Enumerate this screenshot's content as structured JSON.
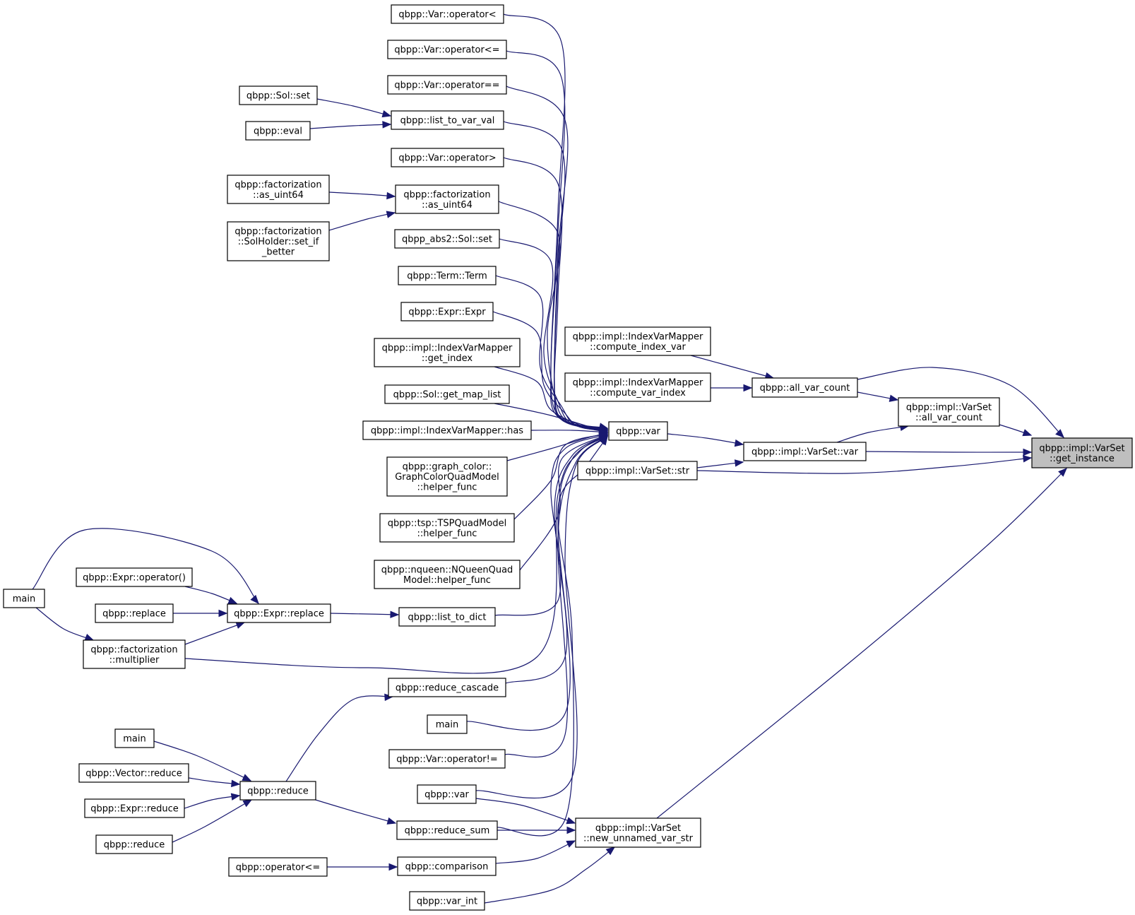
{
  "graph": {
    "type": "call-graph",
    "root": "qbpp::impl::VarSet\n::get_instance",
    "colors": {
      "edge": "#191970",
      "root_fill": "#bfbfbf",
      "node_fill": "#ffffff",
      "node_border": "#000000"
    },
    "nodes": {
      "gi": "qbpp::impl::VarSet\n::get_instance",
      "avc2": "qbpp::impl::VarSet\n::all_var_count",
      "avc": "qbpp::all_var_count",
      "vsvar": "qbpp::impl::VarSet::var",
      "vsstr": "qbpp::impl::VarSet::str",
      "nuvs": "qbpp::impl::VarSet\n::new_unnamed_var_str",
      "civ": "qbpp::impl::IndexVarMapper\n::compute_index_var",
      "cvi": "qbpp::impl::IndexVarMapper\n::compute_var_index",
      "var": "qbpp::var",
      "oplt": "qbpp::Var::operator<",
      "ople": "qbpp::Var::operator<=",
      "opeq": "qbpp::Var::operator==",
      "l2vv": "qbpp::list_to_var_val",
      "solset": "qbpp::Sol::set",
      "eval": "qbpp::eval",
      "opgt": "qbpp::Var::operator>",
      "fauint": "qbpp::factorization\n::as_uint64",
      "fauint2": "qbpp::factorization\n::as_uint64",
      "shsb": "qbpp::factorization\n::SolHolder::set_if\n_better",
      "abs2": "qbpp_abs2::Sol::set",
      "term": "qbpp::Term::Term",
      "expr": "qbpp::Expr::Expr",
      "getidx": "qbpp::impl::IndexVarMapper\n::get_index",
      "gml": "qbpp::Sol::get_map_list",
      "has": "qbpp::impl::IndexVarMapper::has",
      "gchf": "qbpp::graph_color::\nGraphColorQuadModel\n::helper_func",
      "tsphf": "qbpp::tsp::TSPQuadModel\n::helper_func",
      "nqhf": "qbpp::nqueen::NQueenQuad\nModel::helper_func",
      "l2d": "qbpp::list_to_dict",
      "exrep": "qbpp::Expr::replace",
      "exop": "qbpp::Expr::operator()",
      "rep": "qbpp::replace",
      "main1": "main",
      "fmul": "qbpp::factorization\n::multiplier",
      "redc": "qbpp::reduce_cascade",
      "main2": "main",
      "opne": "qbpp::Var::operator!=",
      "var2": "qbpp::var",
      "redsum": "qbpp::reduce_sum",
      "red": "qbpp::reduce",
      "main3": "main",
      "vecred": "qbpp::Vector::reduce",
      "exred": "qbpp::Expr::reduce",
      "red2": "qbpp::reduce",
      "cmp": "qbpp::comparison",
      "ople2": "qbpp::operator<=",
      "varint": "qbpp::var_int"
    },
    "edges": [
      [
        "avc",
        "gi"
      ],
      [
        "avc2",
        "gi"
      ],
      [
        "vsvar",
        "gi"
      ],
      [
        "vsstr",
        "gi"
      ],
      [
        "nuvs",
        "gi"
      ],
      [
        "vsvar",
        "avc2"
      ],
      [
        "avc",
        "avc2"
      ],
      [
        "civ",
        "avc"
      ],
      [
        "cvi",
        "avc"
      ],
      [
        "var",
        "vsvar"
      ],
      [
        "vsstr",
        "vsvar"
      ],
      [
        "oplt",
        "var"
      ],
      [
        "ople",
        "var"
      ],
      [
        "opeq",
        "var"
      ],
      [
        "l2vv",
        "var"
      ],
      [
        "opgt",
        "var"
      ],
      [
        "fauint",
        "var"
      ],
      [
        "abs2",
        "var"
      ],
      [
        "term",
        "var"
      ],
      [
        "expr",
        "var"
      ],
      [
        "getidx",
        "var"
      ],
      [
        "gml",
        "var"
      ],
      [
        "has",
        "var"
      ],
      [
        "gchf",
        "var"
      ],
      [
        "tsphf",
        "var"
      ],
      [
        "nqhf",
        "var"
      ],
      [
        "l2d",
        "var"
      ],
      [
        "fmul",
        "var"
      ],
      [
        "redc",
        "var"
      ],
      [
        "main2",
        "var"
      ],
      [
        "opne",
        "var"
      ],
      [
        "var2",
        "var"
      ],
      [
        "redsum",
        "var"
      ],
      [
        "solset",
        "l2vv"
      ],
      [
        "eval",
        "l2vv"
      ],
      [
        "fauint2",
        "fauint"
      ],
      [
        "shsb",
        "fauint"
      ],
      [
        "exrep",
        "l2d"
      ],
      [
        "main1",
        "exrep"
      ],
      [
        "exop",
        "exrep"
      ],
      [
        "rep",
        "exrep"
      ],
      [
        "fmul",
        "exrep"
      ],
      [
        "main1",
        "fmul"
      ],
      [
        "red",
        "redc"
      ],
      [
        "red",
        "redsum"
      ],
      [
        "main3",
        "red"
      ],
      [
        "vecred",
        "red"
      ],
      [
        "exred",
        "red"
      ],
      [
        "red2",
        "red"
      ],
      [
        "var2",
        "nuvs"
      ],
      [
        "redsum",
        "nuvs"
      ],
      [
        "cmp",
        "nuvs"
      ],
      [
        "varint",
        "nuvs"
      ],
      [
        "ople2",
        "cmp"
      ]
    ]
  }
}
